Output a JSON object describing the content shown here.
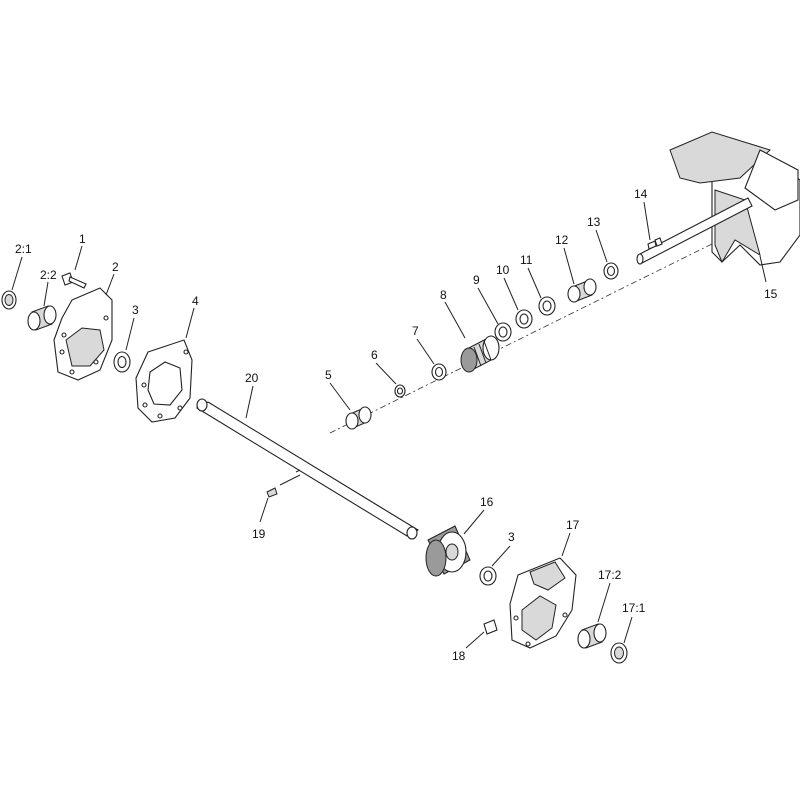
{
  "diagram": {
    "callouts": [
      {
        "id": "c-1",
        "text": "1"
      },
      {
        "id": "c-2-1",
        "text": "2:1"
      },
      {
        "id": "c-2-2",
        "text": "2:2"
      },
      {
        "id": "c-2",
        "text": "2"
      },
      {
        "id": "c-3a",
        "text": "3"
      },
      {
        "id": "c-4",
        "text": "4"
      },
      {
        "id": "c-5",
        "text": "5"
      },
      {
        "id": "c-6",
        "text": "6"
      },
      {
        "id": "c-7",
        "text": "7"
      },
      {
        "id": "c-8",
        "text": "8"
      },
      {
        "id": "c-9",
        "text": "9"
      },
      {
        "id": "c-10",
        "text": "10"
      },
      {
        "id": "c-11",
        "text": "11"
      },
      {
        "id": "c-12",
        "text": "12"
      },
      {
        "id": "c-13",
        "text": "13"
      },
      {
        "id": "c-14",
        "text": "14"
      },
      {
        "id": "c-15",
        "text": "15"
      },
      {
        "id": "c-16",
        "text": "16"
      },
      {
        "id": "c-3b",
        "text": "3"
      },
      {
        "id": "c-17",
        "text": "17"
      },
      {
        "id": "c-17-2",
        "text": "17:2"
      },
      {
        "id": "c-17-1",
        "text": "17:1"
      },
      {
        "id": "c-18",
        "text": "18"
      },
      {
        "id": "c-19",
        "text": "19"
      },
      {
        "id": "c-20",
        "text": "20"
      }
    ]
  }
}
